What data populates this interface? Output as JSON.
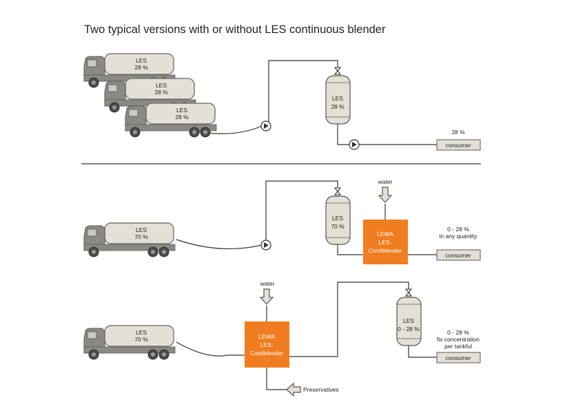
{
  "title": "Two typical versions with or without LES continuous blender",
  "colors": {
    "orange": "#F07D1F",
    "tank_fill": "#E4E0D6",
    "truck_gray": "#8A8A85",
    "line": "#333333"
  },
  "section1": {
    "trucks": [
      {
        "label": "LES",
        "value": "28 %"
      },
      {
        "label": "LES",
        "value": "28 %"
      },
      {
        "label": "LES",
        "value": "28 %"
      }
    ],
    "tank": {
      "label": "LES",
      "value": "28 %"
    },
    "output": "28 %",
    "consumer": "consumer"
  },
  "section2": {
    "truck": {
      "label": "LES",
      "value": "70 %"
    },
    "tank": {
      "label": "LES",
      "value": "70 %"
    },
    "water": "water",
    "blender": {
      "line1": "LEWA",
      "line2": "LES-",
      "line3": "Contiblender"
    },
    "output_line1": "0 - 28 %",
    "output_line2": "in any quantity",
    "consumer": "consumer"
  },
  "section3": {
    "truck": {
      "label": "LES",
      "value": "70 %"
    },
    "water": "water",
    "blender": {
      "line1": "LEWA",
      "line2": "LES-",
      "line3": "Contiblender"
    },
    "preservatives": "Preservatives",
    "tank": {
      "label": "LES",
      "value": "0 - 28 %"
    },
    "output_line1": "0 - 28 %",
    "output_line2": "fix concentration",
    "output_line3": "per tankful",
    "consumer": "consumer"
  }
}
